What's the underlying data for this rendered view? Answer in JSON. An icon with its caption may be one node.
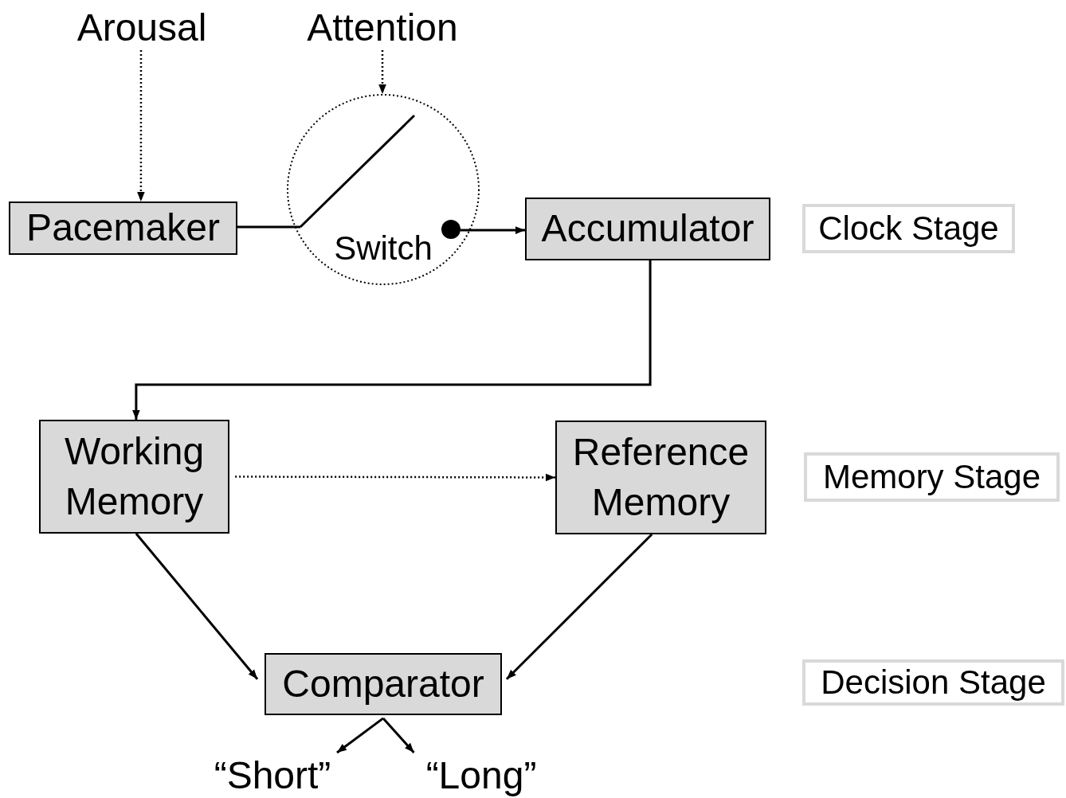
{
  "diagram": {
    "nodes": [
      {
        "text": [
          "Arousal"
        ]
      },
      {
        "text": [
          "Attention"
        ]
      },
      {
        "text": [
          "Pacemaker"
        ]
      },
      {
        "text": [
          "Switch"
        ]
      },
      {
        "text": [
          "Accumulator"
        ]
      },
      {
        "text": [
          "Clock Stage"
        ]
      },
      {
        "text": [
          "Working Memory"
        ]
      },
      {
        "text": [
          "Reference Memory"
        ]
      },
      {
        "text": [
          "Memory Stage"
        ]
      },
      {
        "text": [
          "Comparator"
        ]
      },
      {
        "text": [
          "Decision Stage"
        ]
      },
      {
        "text": [
          "“Short”"
        ]
      },
      {
        "text": [
          "“Long”"
        ]
      }
    ],
    "edges": [
      {
        "from": 0,
        "to": 2,
        "arrow": "to",
        "style": "dashed"
      },
      {
        "from": 1,
        "to": 3,
        "arrow": "to",
        "style": "dashed"
      },
      {
        "from": 2,
        "to": 3,
        "arrow": "none"
      },
      {
        "from": 3,
        "to": 4,
        "arrow": "to"
      },
      {
        "from": 4,
        "to": 6,
        "arrow": "to"
      },
      {
        "from": 6,
        "to": 7,
        "arrow": "to",
        "style": "dashed"
      },
      {
        "from": 6,
        "to": 9,
        "arrow": "to"
      },
      {
        "from": 7,
        "to": 9,
        "arrow": "to"
      },
      {
        "from": 9,
        "to": 11,
        "arrow": "to"
      },
      {
        "from": 9,
        "to": 12,
        "arrow": "to"
      }
    ]
  }
}
